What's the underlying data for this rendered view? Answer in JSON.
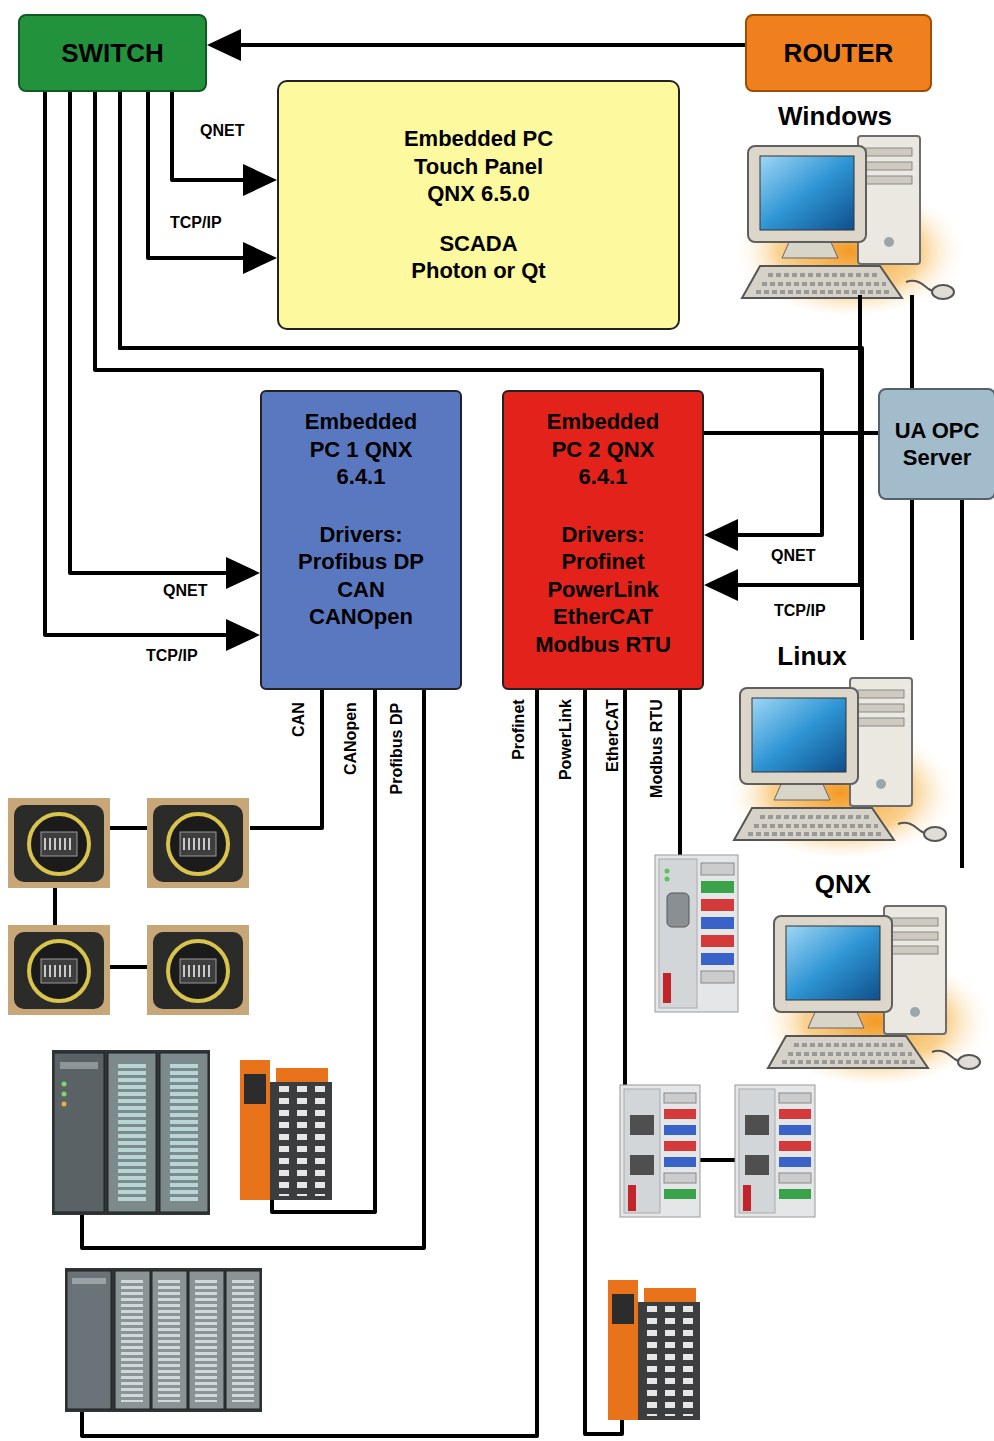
{
  "diagram": {
    "nodes": [
      {
        "text": [
          "SWITCH"
        ]
      },
      {
        "text": [
          "ROUTER"
        ]
      },
      {
        "text": [
          "Embedded PC Touch Panel QNX 6.5.0",
          "SCADA Photon or Qt"
        ]
      },
      {
        "text": [
          "Windows"
        ]
      },
      {
        "text": [
          "Embedded PC 1 QNX 6.4.1",
          "Drivers: Profibus DP CAN CANOpen"
        ]
      },
      {
        "text": [
          "Embedded PC 2 QNX 6.4.1",
          "Drivers: Profinet PowerLink EtherCAT Modbus RTU"
        ]
      },
      {
        "text": [
          "UA OPC Server"
        ]
      },
      {
        "text": [
          "Linux"
        ]
      },
      {
        "text": [
          "QNX"
        ]
      }
    ],
    "edges": [
      {
        "from": 1,
        "to": 0,
        "arrow": "to"
      },
      {
        "from": 0,
        "to": 2,
        "label": "QNET",
        "arrow": "to"
      },
      {
        "from": 0,
        "to": 2,
        "label": "TCP/IP",
        "arrow": "to"
      },
      {
        "from": 0,
        "to": 4,
        "label": "QNET",
        "arrow": "to"
      },
      {
        "from": 0,
        "to": 4,
        "label": "TCP/IP",
        "arrow": "to"
      },
      {
        "from": 0,
        "to": 5,
        "label": "QNET",
        "arrow": "to"
      },
      {
        "from": 0,
        "to": 5,
        "label": "TCP/IP",
        "arrow": "to"
      },
      {
        "from": 3,
        "to": 0,
        "arrow": "none"
      },
      {
        "from": 7,
        "to": 0,
        "arrow": "none"
      },
      {
        "from": 3,
        "to": 6,
        "arrow": "none"
      },
      {
        "from": 5,
        "to": 6,
        "arrow": "none"
      },
      {
        "from": 6,
        "to": 7,
        "arrow": "none"
      },
      {
        "from": 6,
        "to": 8,
        "arrow": "none"
      }
    ],
    "labels": [
      "CAN",
      "CANopen",
      "Profibus DP",
      "Profinet",
      "PowerLink",
      "EtherCAT",
      "Modbus RTU"
    ]
  }
}
